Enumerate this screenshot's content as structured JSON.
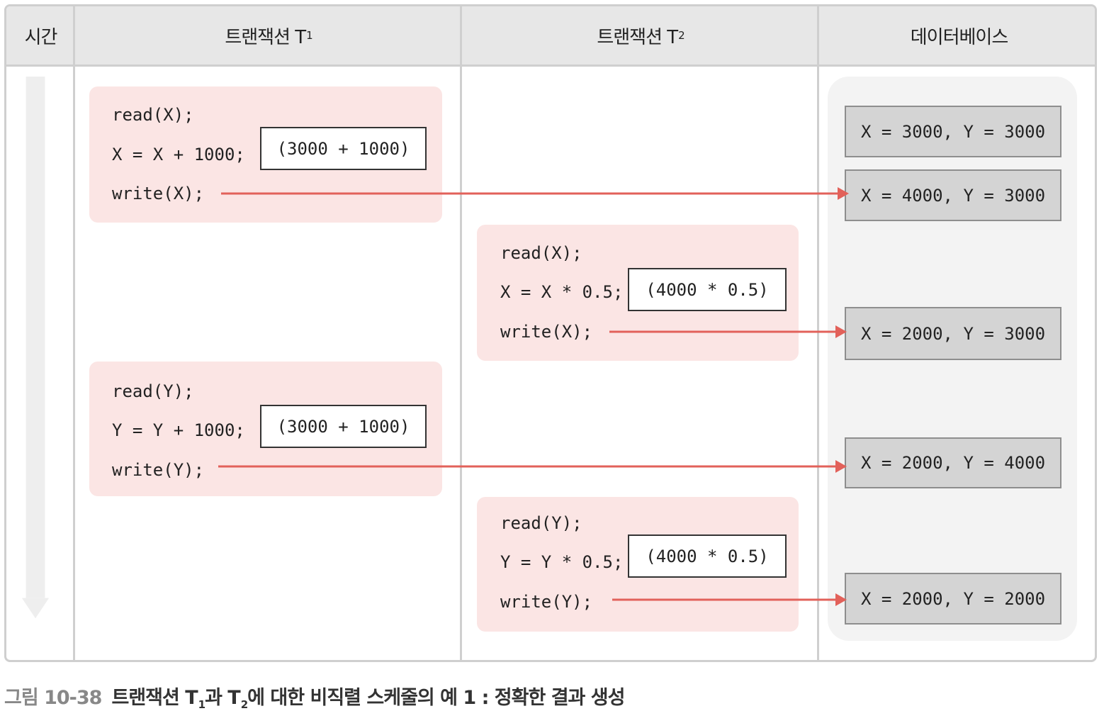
{
  "header": {
    "time": "시간",
    "t1": "트랜잭션 T",
    "t1_sub": "1",
    "t2": "트랜잭션 T",
    "t2_sub": "2",
    "db": "데이터베이스"
  },
  "t1_step1": {
    "read": "read(X);",
    "assign": "X = X + 1000;",
    "calc": "(3000 + 1000)",
    "write": "write(X);"
  },
  "t2_step1": {
    "read": "read(X);",
    "assign": "X = X * 0.5;",
    "calc": "(4000 * 0.5)",
    "write": "write(X);"
  },
  "t1_step2": {
    "read": "read(Y);",
    "assign": "Y = Y + 1000;",
    "calc": "(3000 + 1000)",
    "write": "write(Y);"
  },
  "t2_step2": {
    "read": "read(Y);",
    "assign": "Y = Y * 0.5;",
    "calc": "(4000 * 0.5)",
    "write": "write(Y);"
  },
  "db_states": [
    "X = 3000, Y = 3000",
    "X = 4000, Y = 3000",
    "X = 2000, Y = 3000",
    "X = 2000, Y = 4000",
    "X = 2000, Y = 2000"
  ],
  "caption": {
    "number": "그림 10-38",
    "text_a": "트랜잭션 T",
    "sub1": "1",
    "text_b": "과 T",
    "sub2": "2",
    "text_c": "에 대한 비직렬 스케줄의 예 1 : 정확한 결과 생성"
  },
  "colors": {
    "arrow": "#e2615a",
    "block_bg": "#fbe5e4",
    "header_bg": "#e7e7e7",
    "db_state_bg": "#d4d4d4"
  }
}
